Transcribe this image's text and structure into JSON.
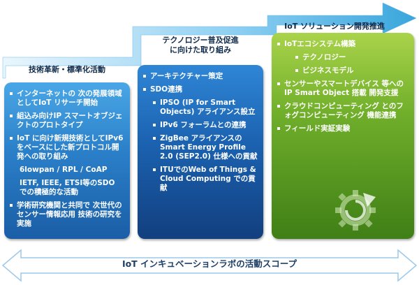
{
  "header": {
    "stages": [
      {
        "title": "技術革新・標準化活動"
      },
      {
        "title_line1": "テクノロジー普及促進",
        "title_line2": "に向けた取り組み"
      },
      {
        "title": "IoT ソリューション開発推進"
      }
    ],
    "colors": {
      "arrow_light": "#eaf6fd",
      "arrow_mid": "#8fd0f2",
      "arrow_dark": "#3aa6dc"
    }
  },
  "columns": [
    {
      "color": "#2a7fc8",
      "entries": [
        {
          "kind": "item",
          "text": "インターネットの 次の発展領域としてIoT リサーチ開始"
        },
        {
          "kind": "item",
          "text": "組込み向けIP スマートオブジェクトのプロトタイプ"
        },
        {
          "kind": "item",
          "text": "IoT に向け新規技術としてIPv6 をベースにした新プロトコル開発への取り組み"
        },
        {
          "kind": "plain",
          "text": "6lowpan / RPL / CoAP"
        },
        {
          "kind": "plain",
          "text": "IETF, IEEE, ETSI等のSDO での積極的な活動"
        },
        {
          "kind": "item",
          "text": "学術研究機関と共同で 次世代のセンサー情報応用 技術の研究を実施"
        }
      ]
    },
    {
      "color": "#1b62b0",
      "entries": [
        {
          "kind": "item",
          "text": "アーキテクチャー策定"
        },
        {
          "kind": "item",
          "text": "SDO連携"
        },
        {
          "kind": "subitem",
          "text": "IPSO (IP for Smart Objects) アライアンス設立"
        },
        {
          "kind": "subitem",
          "text": "IPv6 フォーラムとの連携"
        },
        {
          "kind": "subitem",
          "text": "ZigBee アライアンスの Smart Energy Profile 2.0 (SEP2.0) 仕様への貢献"
        },
        {
          "kind": "subitem",
          "text": "ITUでのWeb of Things & Cloud Computing での貢献"
        }
      ]
    },
    {
      "color": "#6fae2a",
      "entries": [
        {
          "kind": "item",
          "text": "IoTエコシステム構築"
        },
        {
          "kind": "subitem",
          "text": "テクノロジー"
        },
        {
          "kind": "subitem",
          "text": "ビジネスモデル"
        },
        {
          "kind": "item",
          "text": "センサーやスマートデバイス 等への IP Smart Object 搭載 開発支援"
        },
        {
          "kind": "item",
          "text": "クラウドコンピューティング とのフォグコンピューティング 機能連携"
        },
        {
          "kind": "item",
          "text": "フィールド実証実験"
        }
      ]
    }
  ],
  "logo": {
    "icon": "gear-refresh-icon"
  },
  "scope": {
    "label": "IoT インキュベーションラボの活動スコープ"
  }
}
